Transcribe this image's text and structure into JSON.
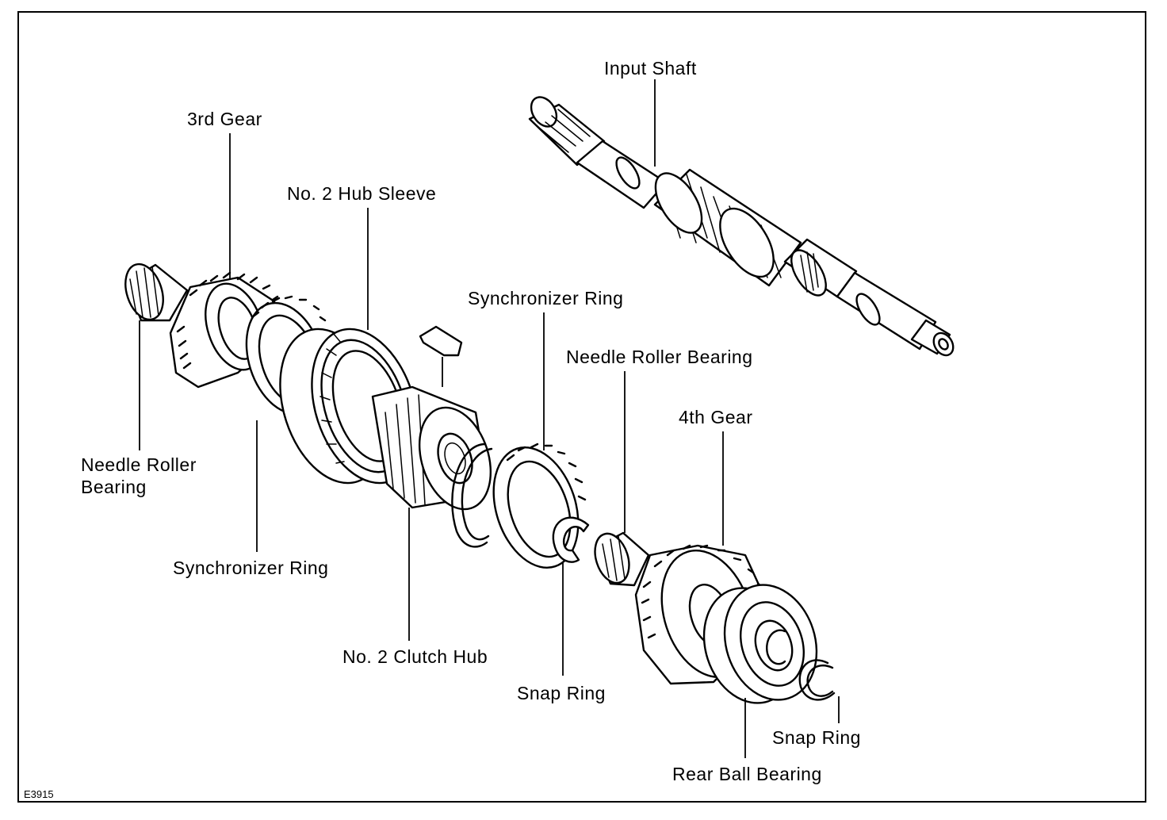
{
  "labels": {
    "input_shaft": "Input Shaft",
    "third_gear": "3rd Gear",
    "hub_sleeve": "No. 2 Hub Sleeve",
    "sync_ring_top": "Synchronizer Ring",
    "needle_bearing_right": "Needle Roller Bearing",
    "fourth_gear": "4th Gear",
    "needle_bearing_left": "Needle Roller\nBearing",
    "sync_ring_bottom": "Synchronizer Ring",
    "clutch_hub": "No. 2 Clutch Hub",
    "snap_ring_mid": "Snap Ring",
    "snap_ring_right": "Snap Ring",
    "rear_ball_bearing": "Rear Ball Bearing"
  },
  "figure_code": "E3915"
}
